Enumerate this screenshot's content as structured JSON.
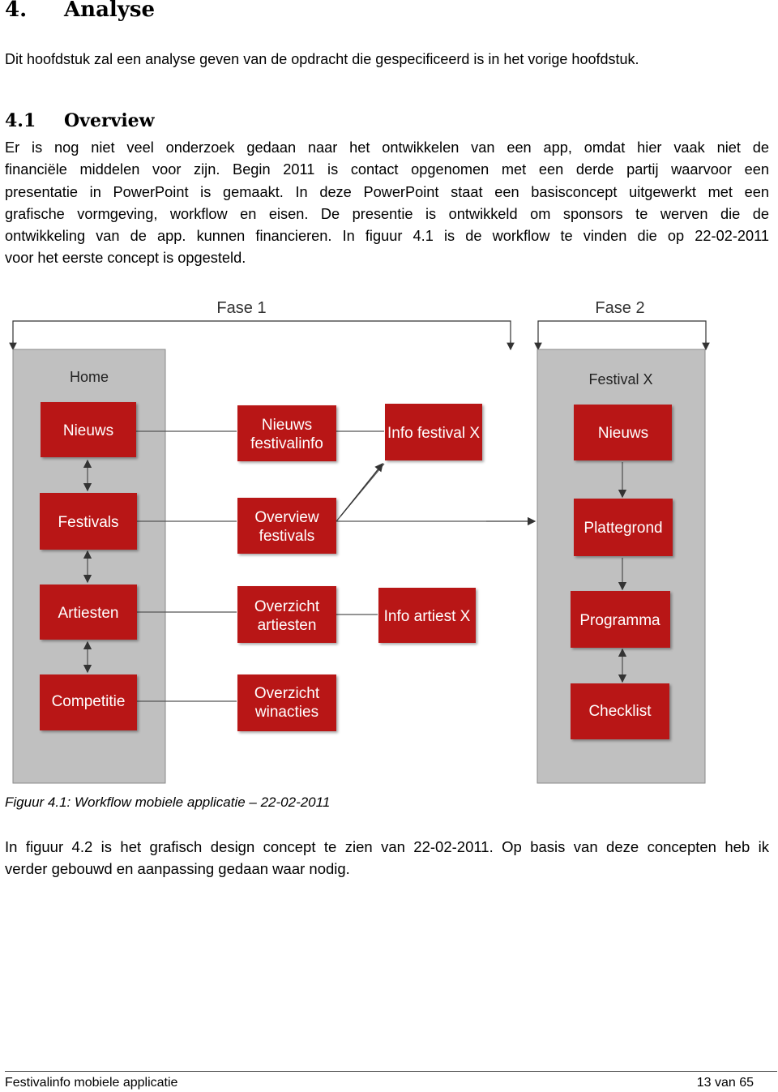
{
  "heading": {
    "number": "4.",
    "title": "Analyse"
  },
  "intro": "Dit hoofdstuk zal een analyse geven van de opdracht die gespecificeerd is in het vorige hoofdstuk.",
  "section": {
    "number": "4.1",
    "title": "Overview",
    "lines": [
      "Er is nog niet veel onderzoek gedaan naar het ontwikkelen van een app, omdat hier vaak niet de",
      "financiële middelen voor zijn. Begin 2011 is contact opgenomen met een derde partij waarvoor een",
      "presentatie in PowerPoint is gemaakt. In deze PowerPoint staat een basisconcept uitgewerkt met een",
      "grafische vormgeving, workflow en eisen. De presentie is ontwikkeld om sponsors te werven die de",
      "ontwikkeling van de app. kunnen financieren. In figuur 4.1 is de workflow te vinden die op 22-02-2011",
      "voor het eerste concept is opgesteld."
    ]
  },
  "diagram": {
    "phase1": "Fase 1",
    "phase2": "Fase 2",
    "panel_home": "Home",
    "panel_festival": "Festival X",
    "boxes": {
      "nieuws_home": "Nieuws",
      "festivals": "Festivals",
      "artiesten": "Artiesten",
      "competitie": "Competitie",
      "nieuws_festivalinfo_1": "Nieuws",
      "nieuws_festivalinfo_2": "festivalinfo",
      "overview_festivals_1": "Overview",
      "overview_festivals_2": "festivals",
      "overzicht_artiesten_1": "Overzicht",
      "overzicht_artiesten_2": "artiesten",
      "overzicht_winacties_1": "Overzicht",
      "overzicht_winacties_2": "winacties",
      "info_festival": "Info festival X",
      "info_artiest": "Info artiest X",
      "nieuws_festival": "Nieuws",
      "plattegrond": "Plattegrond",
      "programma": "Programma",
      "checklist": "Checklist"
    },
    "colors": {
      "box": "#b81414",
      "panel": "#c0c0c0",
      "panel_border": "#8a8a8a"
    }
  },
  "caption": "Figuur 4.1: Workflow mobiele applicatie – 22-02-2011",
  "closing": {
    "lines": [
      "In figuur 4.2 is het grafisch design concept te zien van 22-02-2011. Op basis van deze concepten heb ik",
      "verder gebouwd en aanpassing gedaan waar nodig."
    ]
  },
  "footer": {
    "left": "Festivalinfo mobiele applicatie",
    "right": "13 van 65"
  }
}
